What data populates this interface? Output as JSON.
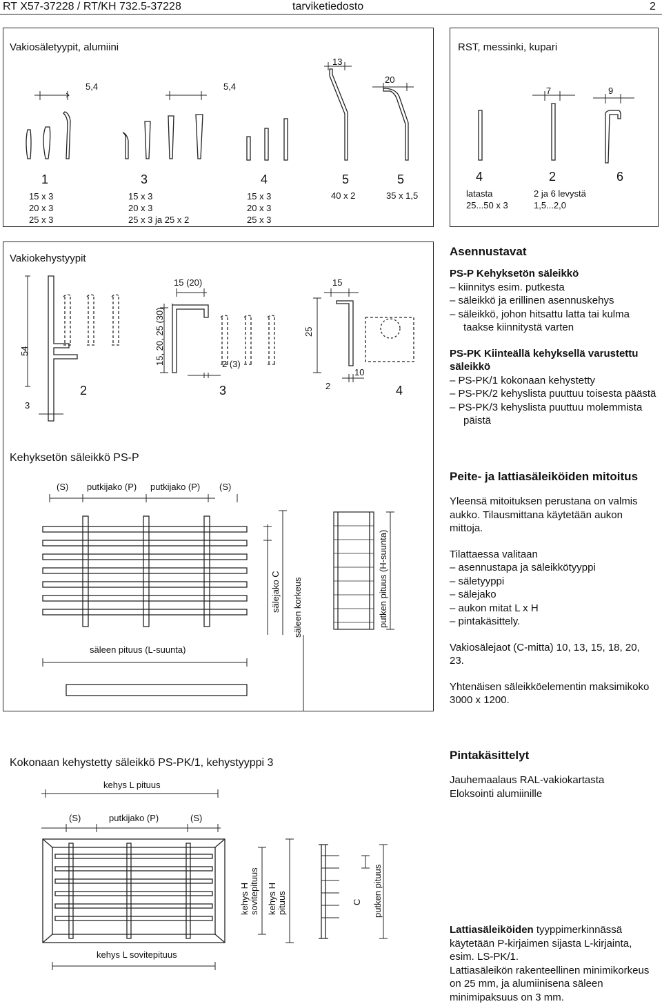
{
  "header": {
    "code": "RT X57-37228 / RT/KH 732.5-37228",
    "title": "tarviketiedosto",
    "page": "2"
  },
  "alu": {
    "title": "Vakiosäletyypit, alumiini",
    "dims": {
      "d1": "5,4",
      "d2": "5,4",
      "d3": "13",
      "d4": "20"
    },
    "types": [
      {
        "num": "1",
        "sizes": "15 x 3\n20 x 3\n25 x 3"
      },
      {
        "num": "3",
        "sizes": "15 x 3\n20 x 3\n25 x 3 ja 25 x 2"
      },
      {
        "num": "4",
        "sizes": "15 x 3\n20 x 3\n25 x 3"
      },
      {
        "num": "5",
        "sizes": "40 x 2"
      },
      {
        "num": "5",
        "sizes": "35 x 1,5"
      }
    ]
  },
  "rst": {
    "title": "RST, messinki, kupari",
    "dims": {
      "d1": "7",
      "d2": "9"
    },
    "types": [
      {
        "num": "4",
        "sizes": "latasta\n25...50 x 3"
      },
      {
        "num": "2",
        "sizes": "2 ja 6 levystä\n1,5...2,0"
      },
      {
        "num": "6",
        "sizes": ""
      }
    ]
  },
  "frames": {
    "title": "Vakiokehystyypit",
    "labels": {
      "h54": "54",
      "w3": "3",
      "t2": "2",
      "d15_20": "15 (20)",
      "h15_30": "15, 20, 25 (30)",
      "d2_3": "2 (3)",
      "t3": "3",
      "d15": "15",
      "h25": "25",
      "d2": "2",
      "d10": "10",
      "t4": "4"
    }
  },
  "psp": {
    "title": "Kehyksetön säleikkö PS-P",
    "top": [
      "(S)",
      "putkijako (P)",
      "putkijako (P)",
      "(S)"
    ],
    "length": "säleen pituus (L-suunta)",
    "spacing": "sälejako C",
    "height": "säleen korkeus",
    "tube": "putken pituus (H-suunta)"
  },
  "pspk": {
    "title": "Kokonaan kehystetty säleikkö PS-PK/1, kehystyyppi 3",
    "frameL": "kehys L pituus",
    "top": [
      "(S)",
      "putkijako (P)",
      "(S)"
    ],
    "fitL": "kehys L sovitepituus",
    "fitH": "kehys H sovitepituus",
    "frameH": "kehys H pituus",
    "c": "C",
    "tube": "putken pituus"
  },
  "right": {
    "install_title": "Asennustavat",
    "psp_title": "PS-P Kehyksetön säleikkö",
    "psp_items": [
      "– kiinnitys esim. putkesta",
      "– säleikkö ja erillinen asennuskehys",
      "– säleikkö, johon hitsattu latta tai kulma taakse kiinnitystä varten"
    ],
    "pspk_title": "PS-PK Kiinteällä kehyksellä varustettu säleikkö",
    "pspk_items": [
      "– PS-PK/1 kokonaan kehystetty",
      "– PS-PK/2 kehyslista puuttuu toisesta päästä",
      "– PS-PK/3 kehyslista puuttuu molemmista päistä"
    ],
    "dim_title": "Peite- ja lattiasäleiköiden mitoitus",
    "dim_p1": "Yleensä mitoituksen perustana on valmis aukko. Tilausmittana käytetään aukon mittoja.",
    "dim_p2_title": "Tilattaessa valitaan",
    "dim_items": [
      "– asennustapa ja säleikkötyyppi",
      "– säletyyppi",
      "– sälejako",
      "– aukon mitat L x H",
      "– pintakäsittely."
    ],
    "dim_p3": "Vakiosälejaot (C-mitta) 10, 13, 15, 18, 20, 23.",
    "dim_p4": "Yhtenäisen säleikköelementin maksimikoko 3000 x 1200.",
    "surf_title": "Pintakäsittelyt",
    "surf_lines": [
      "Jauhemaalaus RAL-vakiokartasta",
      "Eloksointi alumiinille"
    ],
    "floor_bold": "Lattiasäleiköiden",
    "floor_rest": " tyyppimerkinnässä käytetään P-kirjaimen sijasta L-kirjainta, esim. LS-PK/1.",
    "floor_p2": "Lattiasäleikön rakenteellinen minimikorkeus on 25 mm, ja alumiinisena säleen minimipaksuus on 3 mm."
  }
}
